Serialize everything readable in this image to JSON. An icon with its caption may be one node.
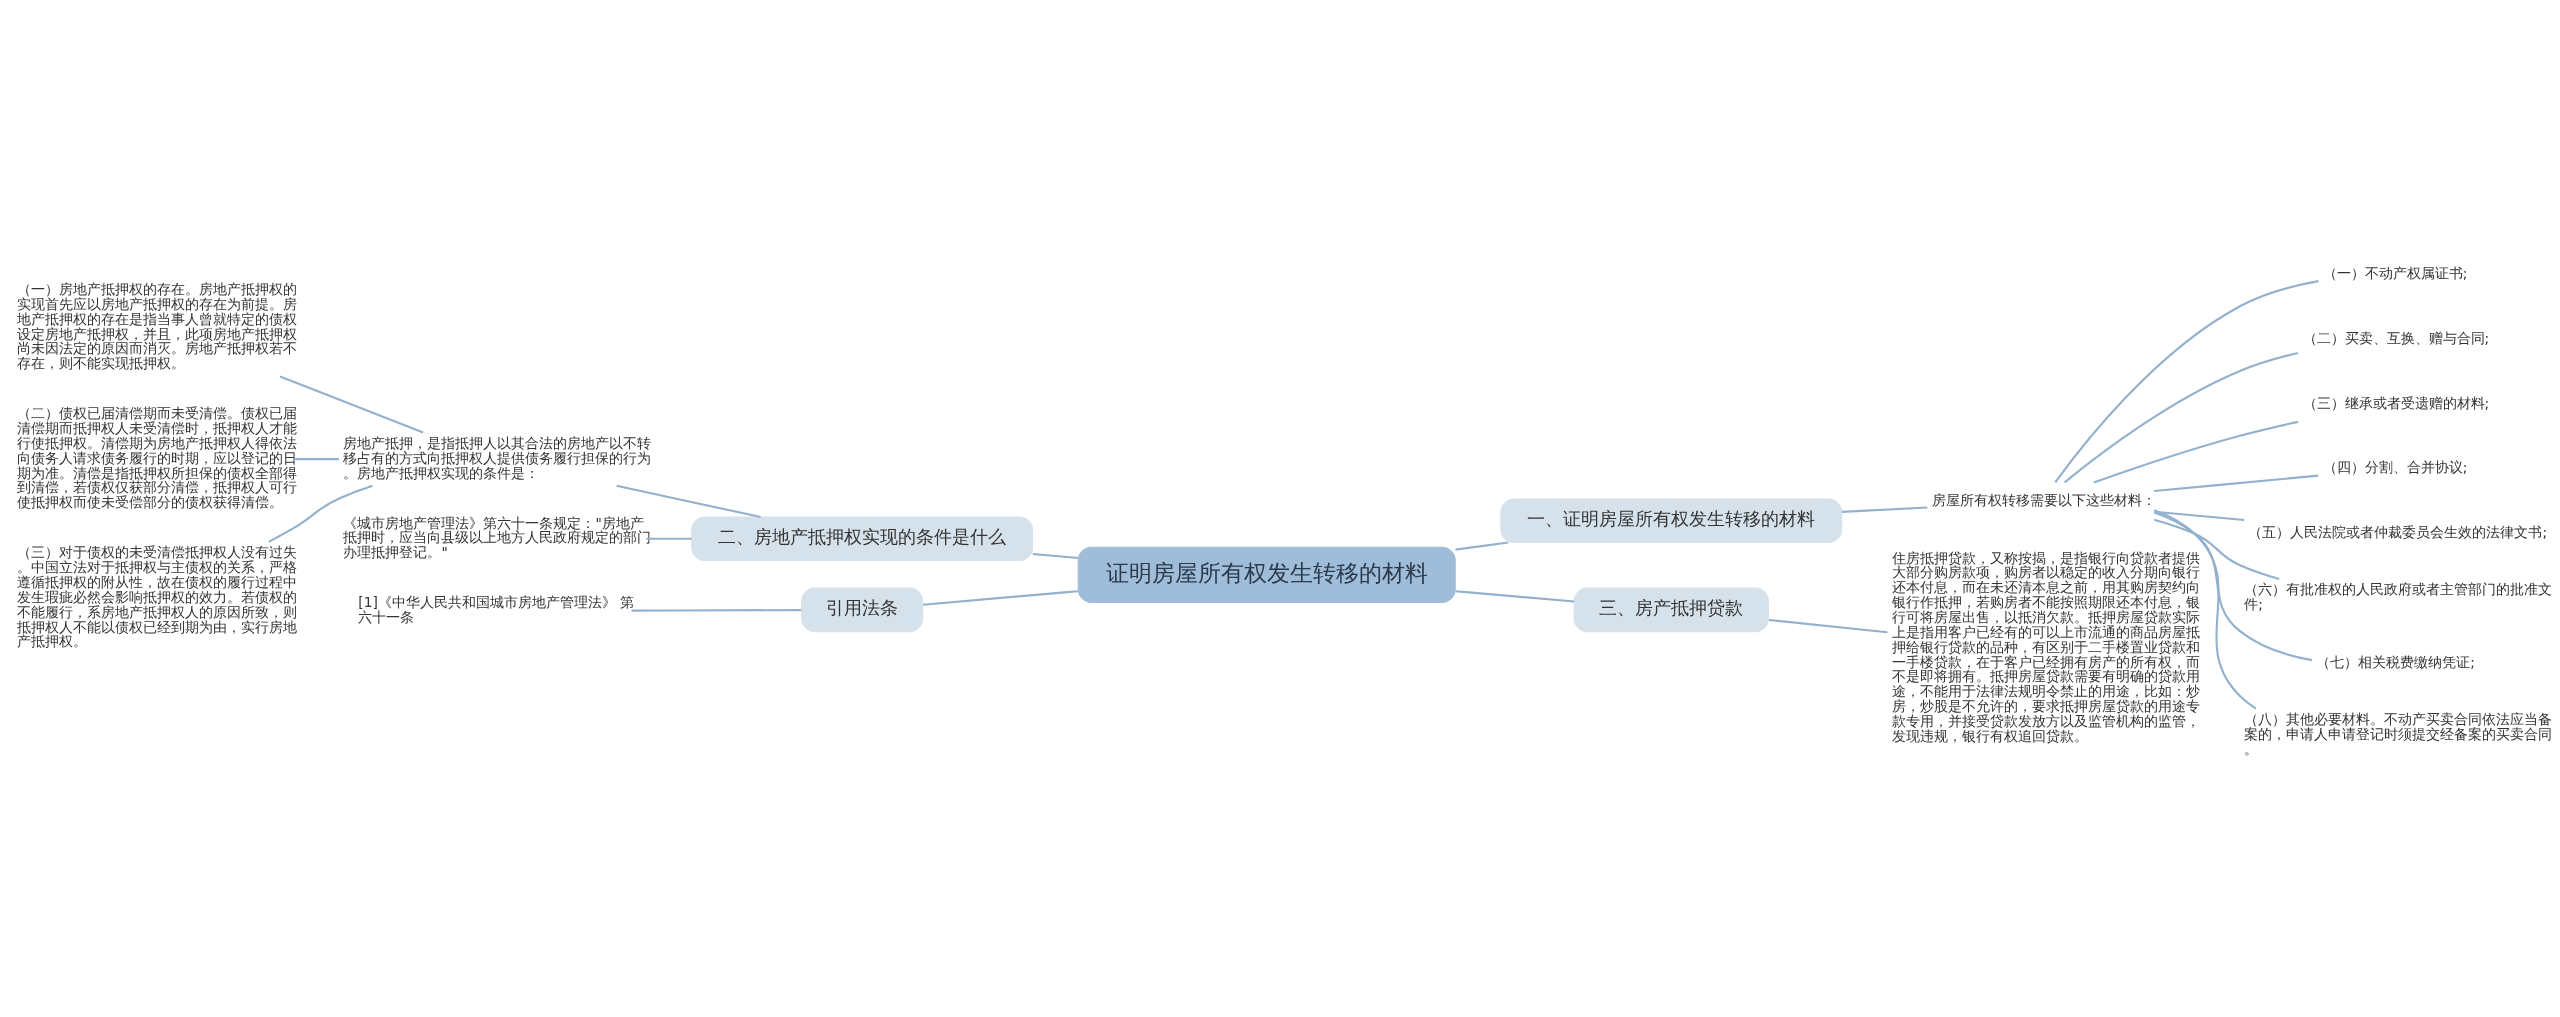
{
  "diagram": {
    "nodes": [
      {
        "text": [
          "证明房屋所有权发生转移的材料"
        ]
      },
      {
        "text": [
          "一、证明房屋所有权发生转移的材料"
        ]
      },
      {
        "text": [
          "房屋所有权转移需要以下这些材料："
        ]
      },
      {
        "text": [
          "（一）不动产权属证书;"
        ]
      },
      {
        "text": [
          "（二）买卖、互换、赠与合同;"
        ]
      },
      {
        "text": [
          "（三）继承或者受遗赠的材料;"
        ]
      },
      {
        "text": [
          "（四）分割、合并协议;"
        ]
      },
      {
        "text": [
          "（五）人民法院或者仲裁委员会生效的法律文书;"
        ]
      },
      {
        "text": [
          "（六）有批准权的人民政府或者主管部门的批准文件;"
        ]
      },
      {
        "text": [
          "（七）相关税费缴纳凭证;"
        ]
      },
      {
        "text": [
          "（八）其他必要材料。不动产买卖合同依法应当备案的，申请人申请登记时须提交经备案的买卖合同。"
        ]
      },
      {
        "text": [
          "二、房地产抵押权实现的条件是什么"
        ]
      },
      {
        "text": [
          "房地产抵押，是指抵押人以其合法的房地产以不转移占有的方式向抵押权人提供债务履行担保的行为。房地产抵押权实现的条件是："
        ]
      },
      {
        "text": [
          "（一）房地产抵押权的存在。房地产抵押权的实现首先应以房地产抵押权的存在为前提。房地产抵押权的存在是指当事人曾就特定的债权设定房地产抵押权，并且，此项房地产抵押权尚未因法定的原因而消灭。房地产抵押权若不存在，则不能实现抵押权。"
        ]
      },
      {
        "text": [
          "（二）债权已届清偿期而未受清偿。债权已届清偿期而抵押权人未受清偿时，抵押权人才能行使抵押权。清偿期为房地产抵押权人得依法向债务人请求债务履行的时期，应以登记的日期为准。清偿是指抵押权所担保的债权全部得到清偿，若债权仅获部分清偿，抵押权人可行使抵押权而使未受偿部分的债权获得清偿。"
        ]
      },
      {
        "text": [
          "（三）对于债权的未受清偿抵押权人没有过失。中国立法对于抵押权与主债权的关系，严格遵循抵押权的附从性，故在债权的履行过程中发生瑕疵必然会影响抵押权的效力。若债权的不能履行，系房地产抵押权人的原因所致，则抵押权人不能以债权已经到期为由，实行房地产抵押权。"
        ]
      },
      {
        "text": [
          "《城市房地产管理法》第六十一条规定：\"房地产抵押时，应当向县级以上地方人民政府规定的部门办理抵押登记。\""
        ]
      },
      {
        "text": [
          "引用法条"
        ]
      },
      {
        "text": [
          "[1]《中华人民共和国城市房地产管理法》 第六十一条"
        ]
      },
      {
        "text": [
          "三、房产抵押贷款"
        ]
      },
      {
        "text": [
          "住房抵押贷款，又称按揭，是指银行向贷款者提供大部分购房款项，购房者以稳定的收入分期向银行还本付息，而在未还清本息之前，用其购房契约向银行作抵押，若购房者不能按照期限还本付息，银行可将房屋出售，以抵消欠款。抵押房屋贷款实际上是指用客户已经有的可以上市流通的商品房屋抵押给银行贷款的品种，有区别于二手楼置业贷款和一手楼贷款，在于客户已经拥有房产的所有权，而不是即将拥有。抵押房屋贷款需要有明确的贷款用途，不能用于法律法规明令禁止的用途，比如：炒房，炒股是不允许的，要求抵押房屋贷款的用途专款专用，并接受贷款发放方以及监管机构的监管，发现违规，银行有权追回贷款。"
        ]
      }
    ],
    "edges": [
      {
        "from": 0,
        "to": 1,
        "arrow": "none"
      },
      {
        "from": 1,
        "to": 2,
        "arrow": "none"
      },
      {
        "from": 2,
        "to": 3,
        "arrow": "none"
      },
      {
        "from": 2,
        "to": 4,
        "arrow": "none"
      },
      {
        "from": 2,
        "to": 5,
        "arrow": "none"
      },
      {
        "from": 2,
        "to": 6,
        "arrow": "none"
      },
      {
        "from": 2,
        "to": 7,
        "arrow": "none"
      },
      {
        "from": 2,
        "to": 8,
        "arrow": "none"
      },
      {
        "from": 2,
        "to": 9,
        "arrow": "none"
      },
      {
        "from": 2,
        "to": 10,
        "arrow": "none"
      },
      {
        "from": 0,
        "to": 11,
        "arrow": "none"
      },
      {
        "from": 11,
        "to": 12,
        "arrow": "none"
      },
      {
        "from": 12,
        "to": 13,
        "arrow": "none"
      },
      {
        "from": 12,
        "to": 14,
        "arrow": "none"
      },
      {
        "from": 12,
        "to": 15,
        "arrow": "none"
      },
      {
        "from": 11,
        "to": 16,
        "arrow": "none"
      },
      {
        "from": 0,
        "to": 17,
        "arrow": "none"
      },
      {
        "from": 17,
        "to": 18,
        "arrow": "none"
      },
      {
        "from": 0,
        "to": 19,
        "arrow": "none"
      },
      {
        "from": 19,
        "to": 20,
        "arrow": "none"
      }
    ]
  }
}
